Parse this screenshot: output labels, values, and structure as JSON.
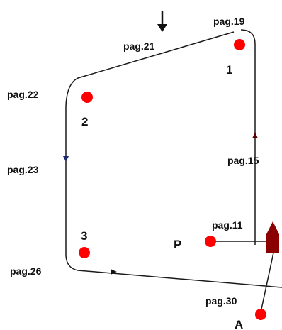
{
  "page_labels": {
    "p19": "pag.19",
    "p21": "pag.21",
    "p22": "pag.22",
    "p23": "pag.23",
    "p15": "pag.15",
    "p11": "pag.11",
    "p26": "pag.26",
    "p30": "pag.30"
  },
  "markers": {
    "m1": "1",
    "m2": "2",
    "m3": "3",
    "p": "P",
    "a": "A"
  },
  "colors": {
    "route": "#1a1a1a",
    "waypoint": "#ff0000",
    "boat": "#8b0000",
    "arrow_blue": "#1a2a6c"
  }
}
